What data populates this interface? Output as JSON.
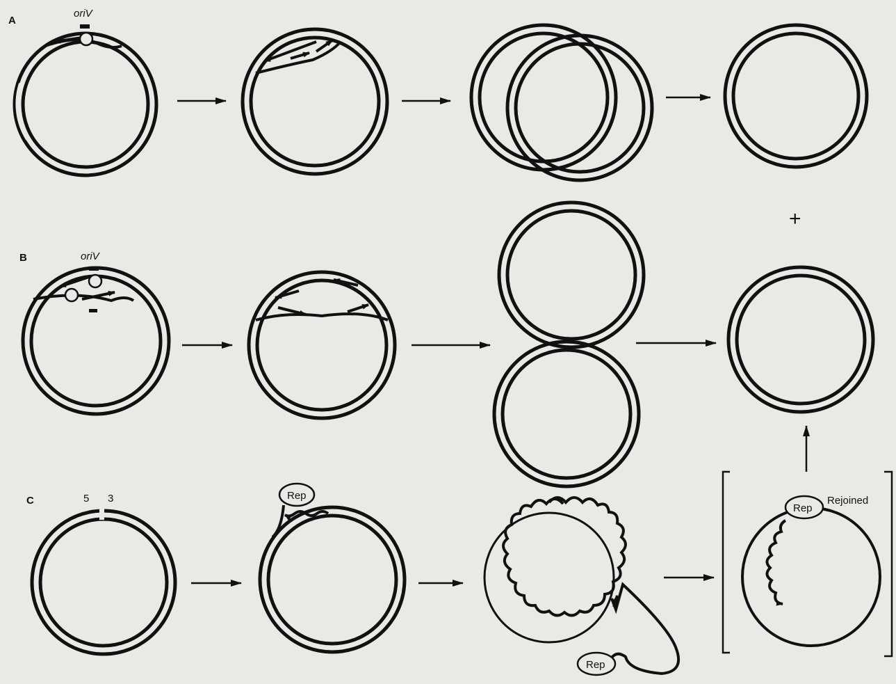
{
  "panels": {
    "a": {
      "label": "A",
      "origin_label": "oriV"
    },
    "b": {
      "label": "B",
      "origin_label": "oriV"
    },
    "c": {
      "label": "C",
      "five_prime": "5",
      "three_prime": "3",
      "protein_label": "Rep",
      "rejoined_label": "Rejoined"
    }
  },
  "plus_sign": "+"
}
